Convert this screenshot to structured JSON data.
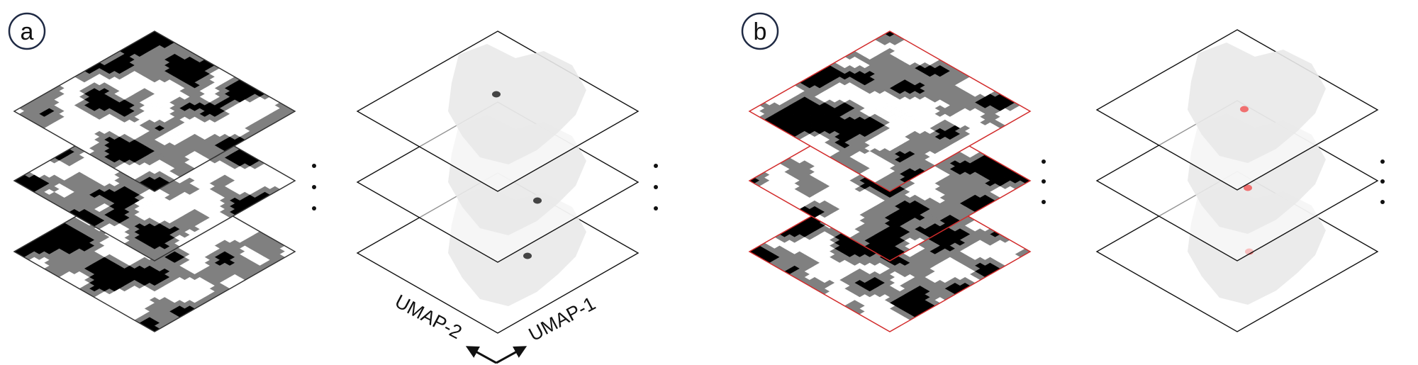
{
  "panels": [
    {
      "label": "a",
      "grid_border_color": "#333333",
      "marker_color": "#444444",
      "layer_count_shown": 3,
      "continuation": "..."
    },
    {
      "label": "b",
      "grid_border_color": "#d22b2b",
      "marker_color": "#f07070",
      "layer_count_shown": 3,
      "continuation": "..."
    }
  ],
  "axes": {
    "umap1": "UMAP-1",
    "umap2": "UMAP-2"
  },
  "colors": {
    "cell_black": "#000000",
    "cell_gray": "#808080",
    "cell_white": "#ffffff",
    "embedding_blob": "#e9e9e9",
    "panel_label_ring": "#1f2a44"
  }
}
